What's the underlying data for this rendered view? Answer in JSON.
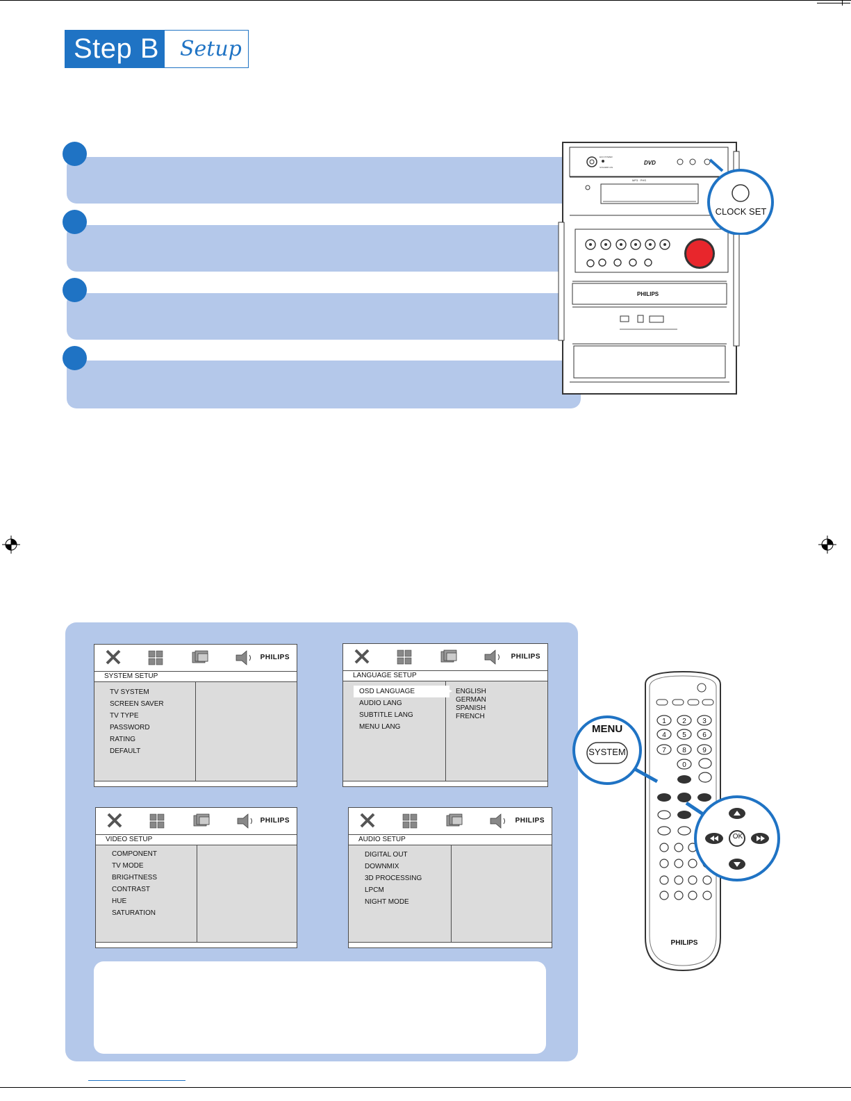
{
  "header": {
    "step": "Step B",
    "title": "Setup"
  },
  "device": {
    "clock_set_label": "CLOCK SET",
    "brand": "PHILIPS",
    "dvd_logo": "DVD"
  },
  "remote": {
    "menu_label": "MENU",
    "system_label": "SYSTEM",
    "ok_label": "OK",
    "brand": "PHILIPS",
    "number_keys": [
      "1",
      "2",
      "3",
      "4",
      "5",
      "6",
      "7",
      "8",
      "9",
      "0"
    ]
  },
  "screens": [
    {
      "title": "SYSTEM SETUP",
      "brand": "PHILIPS",
      "items": [
        "TV SYSTEM",
        "SCREEN SAVER",
        "TV TYPE",
        "PASSWORD",
        "RATING",
        "DEFAULT"
      ],
      "options": []
    },
    {
      "title": "LANGUAGE SETUP",
      "brand": "PHILIPS",
      "items": [
        "OSD LANGUAGE",
        "AUDIO LANG",
        "SUBTITLE LANG",
        "MENU LANG"
      ],
      "options": [
        "ENGLISH",
        "GERMAN",
        "SPANISH",
        "FRENCH"
      ]
    },
    {
      "title": "VIDEO SETUP",
      "brand": "PHILIPS",
      "items": [
        "COMPONENT",
        "TV MODE",
        "BRIGHTNESS",
        "CONTRAST",
        "HUE",
        "SATURATION"
      ],
      "options": []
    },
    {
      "title": "AUDIO SETUP",
      "brand": "PHILIPS",
      "items": [
        "DIGITAL OUT",
        "DOWNMIX",
        "3D PROCESSING",
        "LPCM",
        "NIGHT MODE"
      ],
      "options": []
    }
  ],
  "colors": {
    "accent": "#1f73c4",
    "band": "#b4c8ea",
    "osd_bg": "#dcdcdc",
    "knob": "#e8262c"
  }
}
